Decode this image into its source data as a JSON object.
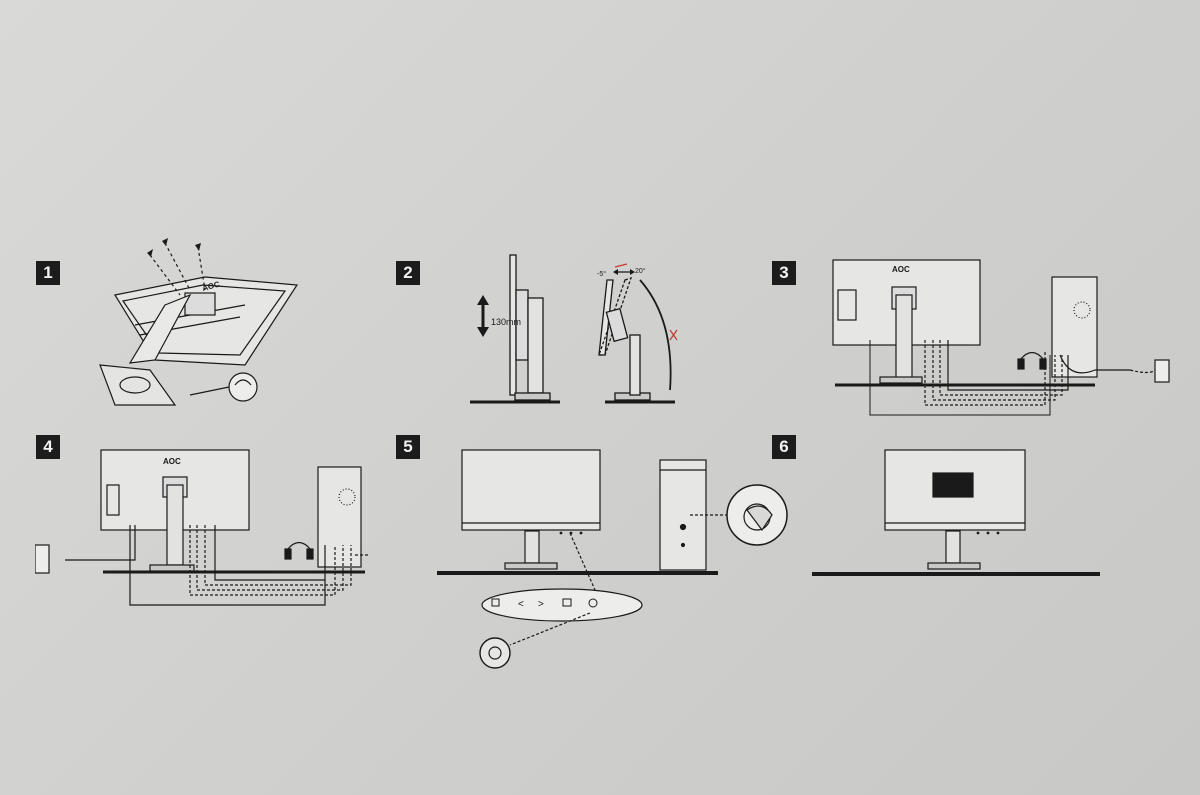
{
  "steps": [
    {
      "number": "1"
    },
    {
      "number": "2",
      "height_label": "130mm",
      "tilt_left": "-5°",
      "tilt_right": "20°"
    },
    {
      "number": "3",
      "brand": "AOC"
    },
    {
      "number": "4",
      "brand": "AOC"
    },
    {
      "number": "5"
    },
    {
      "number": "6"
    }
  ],
  "step1": {
    "brand": "AOC"
  },
  "colors": {
    "ink": "#1a1a1a",
    "accent": "#c0392b",
    "background": "#d4d4d2"
  }
}
